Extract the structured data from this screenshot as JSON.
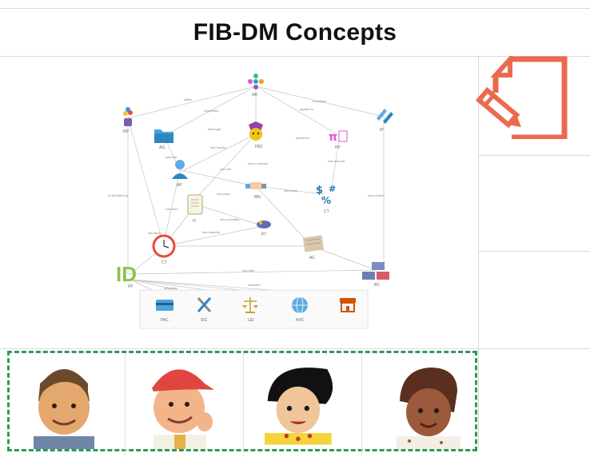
{
  "page": {
    "title": "FIB-DM Concepts"
  },
  "diagram": {
    "badge_text": "ID",
    "nodes": [
      "AR",
      "RP",
      "AG",
      "FBC",
      "PP",
      "IP",
      "AP",
      "MN",
      "CT",
      "IT",
      "PT",
      "CT",
      "AC",
      "BC",
      "FP",
      "PAC",
      "SIC",
      "LEI",
      "NVC"
    ],
    "edges": [
      "fulfills",
      "comprises",
      "applies to",
      "comprises",
      "has legal",
      "has identity",
      "has part",
      "has role",
      "has a contract",
      "publishes",
      "has amount",
      "is identified by",
      "has party",
      "has issue",
      "has creditor",
      "has term",
      "has monetary",
      "has maturity",
      "identifies",
      "describes",
      "classifies",
      "has date"
    ]
  },
  "colors": {
    "title_text": "#111111",
    "accent_edit_icon": "#ea6a4f",
    "persona_border": "#2e9b55",
    "id_badge": "#8bc34a"
  },
  "icons": [
    "edit-document-icon"
  ]
}
